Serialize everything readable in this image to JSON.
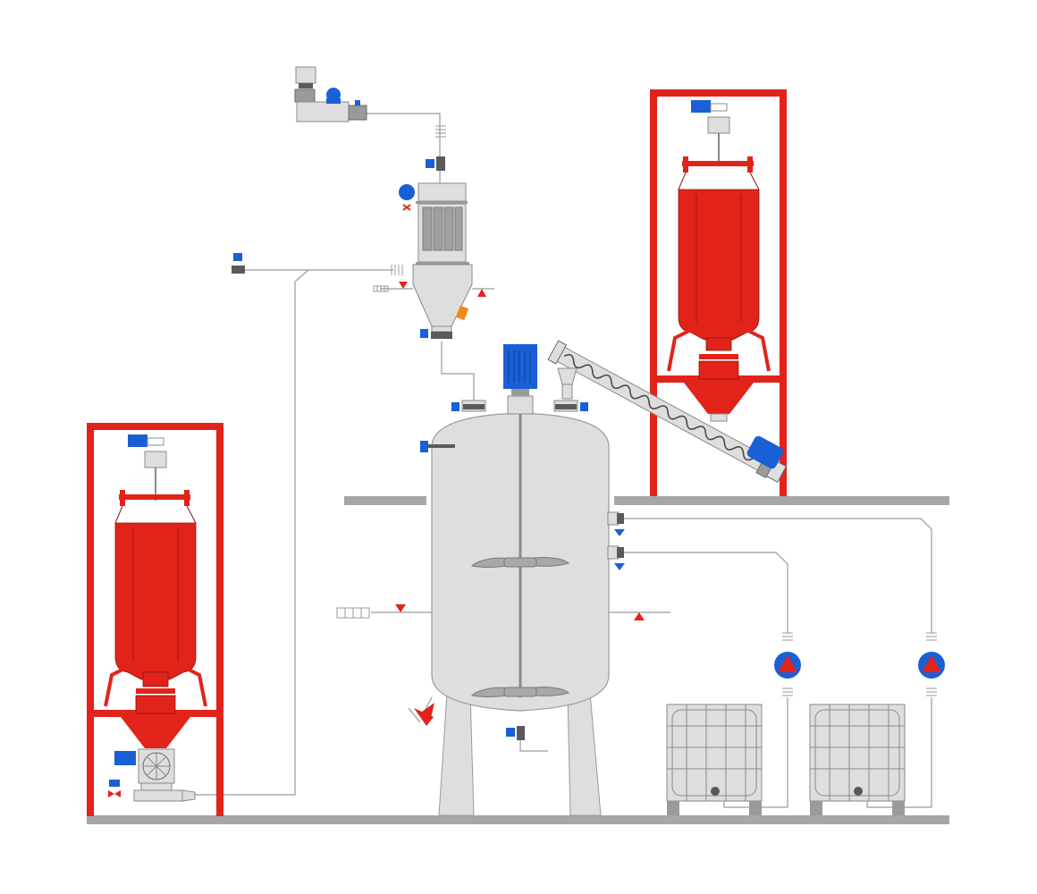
{
  "colors": {
    "background": "#ffffff",
    "frame_red": "#e2231a",
    "bag_red": "#e2231a",
    "vessel_grey": "#dedede",
    "vessel_stroke": "#9a9a9a",
    "floor_grey": "#a6a6a6",
    "motor_blue": "#1a5fd6",
    "line_grey": "#9a9a9a",
    "dark_grey": "#5a5a5a",
    "accent_orange": "#f08a1c"
  },
  "components": {
    "vacuum_pump": "vacuum-pump",
    "filter_receiver": "filter-receiver",
    "big_bag_left": "big-bag-discharger-left",
    "big_bag_right": "big-bag-discharger-right",
    "mixing_tank": "mixing-tank",
    "agitator_motor": "agitator-motor",
    "screw_conveyor": "screw-conveyor",
    "rotary_valve": "rotary-valve",
    "transfer_pump_1": "transfer-pump-1",
    "transfer_pump_2": "transfer-pump-2",
    "ibc_tote_1": "ibc-tote-1",
    "ibc_tote_2": "ibc-tote-2"
  }
}
